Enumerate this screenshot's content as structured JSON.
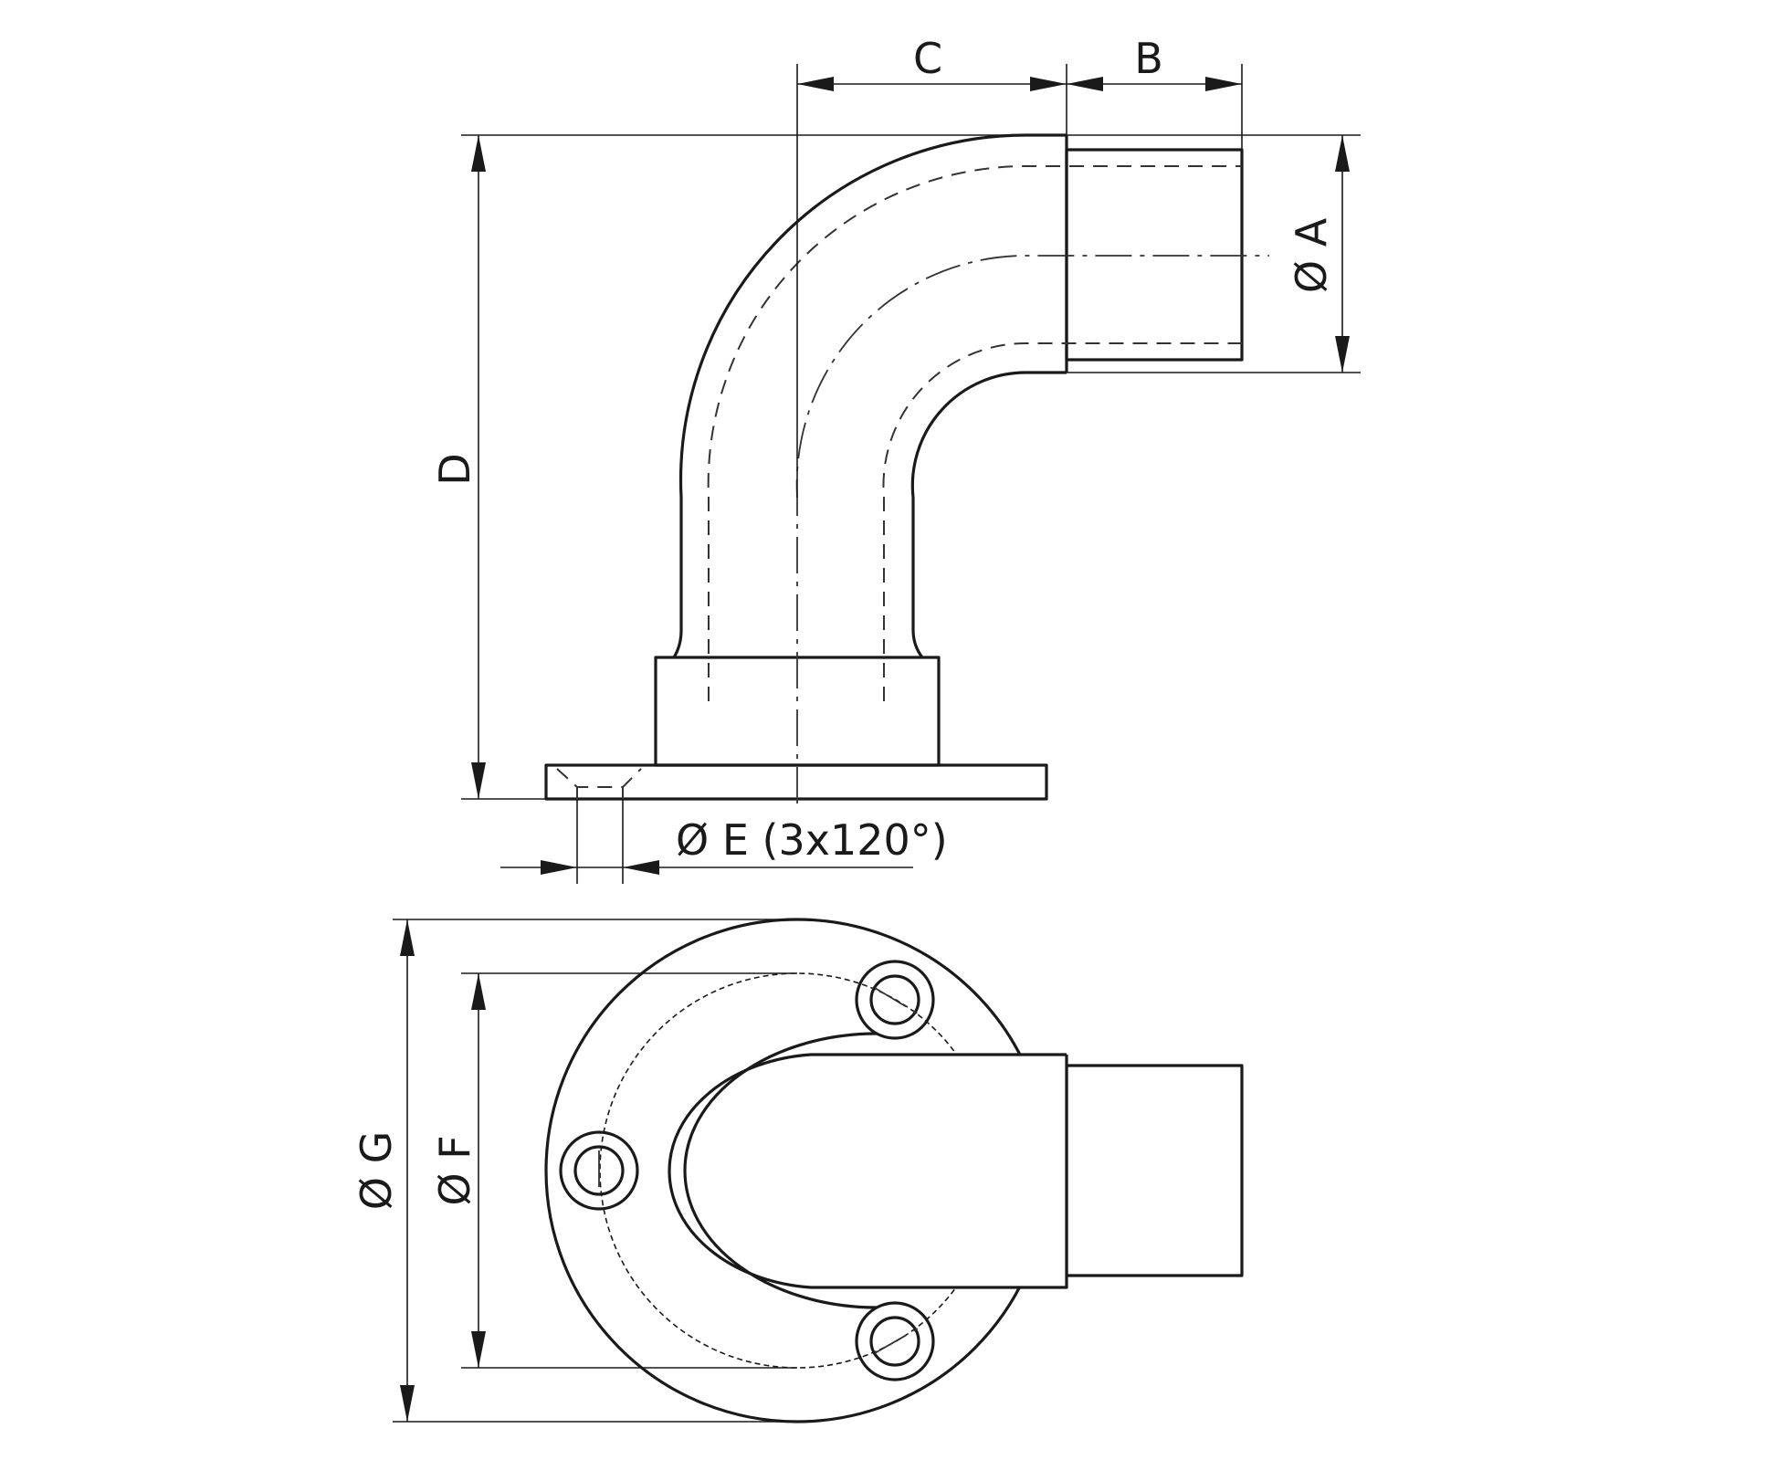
{
  "drawing": {
    "side_view": {
      "dims": {
        "A": "Ø A",
        "B": "B",
        "C": "C",
        "D": "D",
        "E": "Ø E (3x120°)"
      }
    },
    "top_view": {
      "dims": {
        "F": "Ø F",
        "G": "Ø G"
      }
    }
  }
}
